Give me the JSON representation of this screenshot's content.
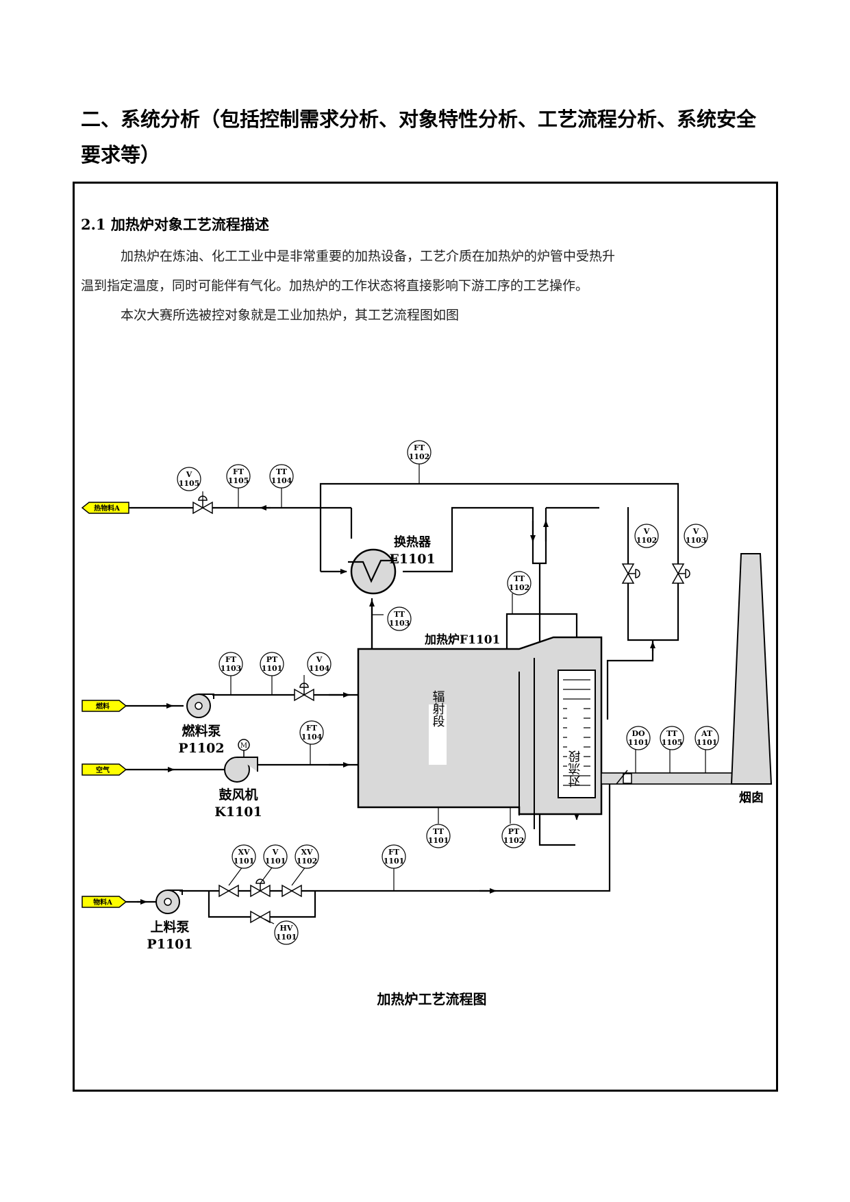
{
  "document": {
    "heading": "二、系统分析（包括控制需求分析、对象特性分析、工艺流程分析、系统安全要求等）",
    "section_title": "2.1  加热炉对象工艺流程描述",
    "paragraphs": [
      "加热炉在炼油、化工工业中是非常重要的加热设备，工艺介质在加热炉的炉管中受热升",
      "温到指定温度，同时可能伴有气化。加热炉的工作状态将直接影响下游工序的工艺操作。",
      "本次大赛所选被控对象就是工业加热炉，其工艺流程图如图"
    ],
    "figure_caption": "加热炉工艺流程图"
  },
  "diagram": {
    "streams": {
      "product_out": "热物料A",
      "fuel_in": "燃料",
      "air_in": "空气",
      "feed_in": "物料A"
    },
    "equipment": {
      "exchanger_name": "换热器",
      "exchanger_tag": "E1101",
      "furnace_label": "加热炉F1101",
      "radiant_section": "辐射段",
      "convection_section": "对流段",
      "fuel_pump_name": "燃料泵",
      "fuel_pump_tag": "P1102",
      "blower_name": "鼓风机",
      "blower_tag": "K1101",
      "feed_pump_name": "上料泵",
      "feed_pump_tag": "P1101",
      "stack_name": "烟囱",
      "motor_symbol": "M"
    },
    "instruments": [
      {
        "id": "V1105",
        "type": "V",
        "num": "1105"
      },
      {
        "id": "FT1105",
        "type": "FT",
        "num": "1105"
      },
      {
        "id": "TT1104",
        "type": "TT",
        "num": "1104"
      },
      {
        "id": "FT1102",
        "type": "FT",
        "num": "1102"
      },
      {
        "id": "V1102",
        "type": "V",
        "num": "1102"
      },
      {
        "id": "V1103",
        "type": "V",
        "num": "1103"
      },
      {
        "id": "TT1102",
        "type": "TT",
        "num": "1102"
      },
      {
        "id": "TT1103",
        "type": "TT",
        "num": "1103"
      },
      {
        "id": "FT1103",
        "type": "FT",
        "num": "1103"
      },
      {
        "id": "PT1101",
        "type": "PT",
        "num": "1101"
      },
      {
        "id": "V1104",
        "type": "V",
        "num": "1104"
      },
      {
        "id": "FT1104",
        "type": "FT",
        "num": "1104"
      },
      {
        "id": "DO1101",
        "type": "DO",
        "num": "1101"
      },
      {
        "id": "TT1105",
        "type": "TT",
        "num": "1105"
      },
      {
        "id": "AT1101",
        "type": "AT",
        "num": "1101"
      },
      {
        "id": "TT1101",
        "type": "TT",
        "num": "1101"
      },
      {
        "id": "PT1102",
        "type": "PT",
        "num": "1102"
      },
      {
        "id": "XV1101",
        "type": "XV",
        "num": "1101"
      },
      {
        "id": "V1101",
        "type": "V",
        "num": "1101"
      },
      {
        "id": "XV1102",
        "type": "XV",
        "num": "1102"
      },
      {
        "id": "FT1101",
        "type": "FT",
        "num": "1101"
      },
      {
        "id": "HV1101",
        "type": "HV",
        "num": "1101"
      }
    ],
    "colors": {
      "stream_tag": "#ffff00",
      "furnace_fill": "#d9d9d9",
      "line": "#000000"
    }
  }
}
